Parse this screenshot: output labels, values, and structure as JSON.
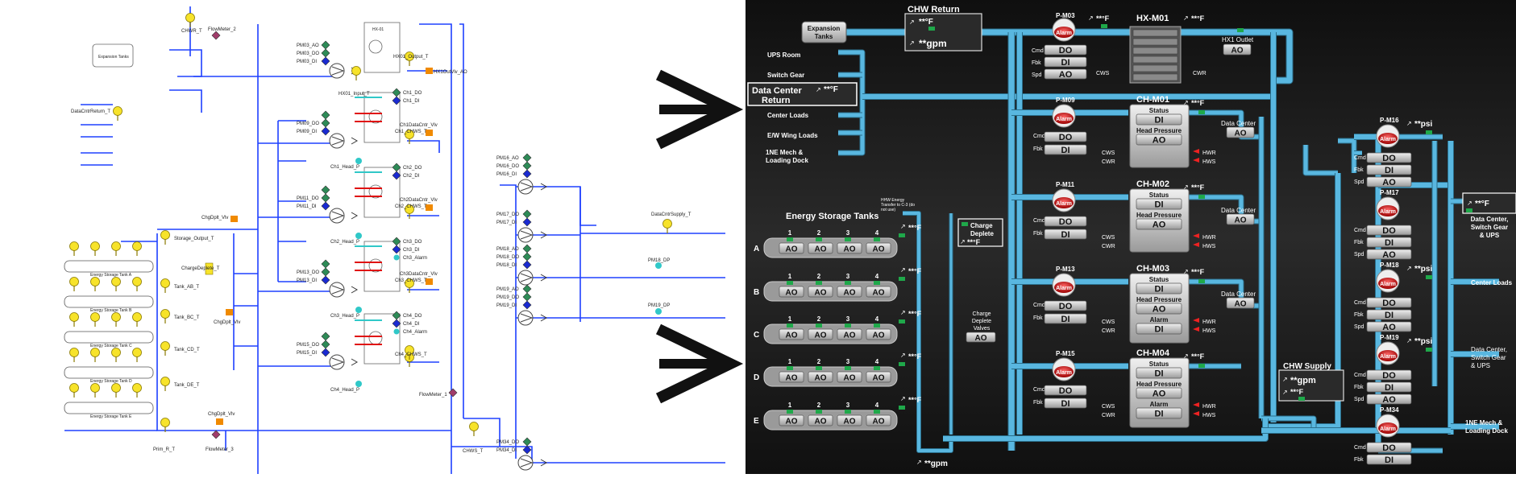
{
  "left": {
    "labels": {
      "chw_return_temp": "CHWR_T",
      "flowmeter_2": "FlowMeter_2",
      "expansion_tank": "Expansion Tanks",
      "datactr_return": "DataCntrReturn_T",
      "pm03_ao": "PM03_AO",
      "pm03_do": "PM03_DO",
      "pm03_di": "PM03_DI",
      "hx01_output": "HX01_Output_T",
      "hx1_outvlv": "HX1OutVlv_AO",
      "hx01_input": "HX01_Input_T",
      "hx01": "HX-01",
      "ch1_do": "Ch1_DO",
      "ch1_di": "Ch1_DI",
      "ch1_datactr_vlv": "Ch1DataCntr_Vlv",
      "ch1_chws": "Ch1_CHWS_T",
      "pm09_do": "PM09_DO",
      "pm09_di": "PM09_DI",
      "ch1_head": "Ch1_Head_P",
      "ch2_do": "Ch2_DO",
      "ch2_di": "Ch2_DI",
      "ch2_datactr_vlv": "Ch2DataCntr_Vlv",
      "ch2_chws": "Ch2_CHWS_T",
      "pm11_do": "PM11_DO",
      "pm11_di": "PM11_DI",
      "ch2_head": "Ch2_Head_P",
      "ch3_do": "Ch3_DO",
      "ch3_di": "Ch3_DI",
      "ch3_alarm": "Ch3_Alarm",
      "ch3_datactr_vlv": "Ch3DataCntr_Vlv",
      "ch3_chws": "Ch3_CHWS_T",
      "pm13_do": "PM13_DO",
      "pm13_di": "PM13_DI",
      "ch3_head": "Ch3_Head_P",
      "ch4_do": "Ch4_DO",
      "ch4_di": "Ch4_DI",
      "ch4_alarm": "Ch4_Alarm",
      "ch4_chws": "Ch4_CHWS_T",
      "pm15_do": "PM15_DO",
      "pm15_di": "PM15_DI",
      "ch4_head": "Ch4_Head_P",
      "flowmeter_1": "FlowMeter_1",
      "flowmeter_3": "FlowMeter_3",
      "chws_t": "CHWS_T",
      "pm16_ao": "PM16_AO",
      "pm16_do": "PM16_DO",
      "pm16_di": "PM16_DI",
      "pm17_do": "PM17_DO",
      "pm17_di": "PM17_DI",
      "pm18_ao": "PM18_AO",
      "pm18_do": "PM18_DO",
      "pm18_di": "PM18_DI",
      "pm19_ao": "PM19_AO",
      "pm19_do": "PM19_DO",
      "pm19_di": "PM19_DI",
      "pm34_do": "PM34_DO",
      "pm34_di": "PM34_DI",
      "datactr_supply": "DataCntrSupply_T",
      "pm18_dp": "PM18_DP",
      "pm19_dp": "PM19_DP",
      "chg_dpl_vlv": "ChgDplt_Vlv",
      "storage_output": "Storage_Output_T",
      "charge_deplete_t": "ChargeDeplete_T",
      "chg_dpl_vlv2": "ChgDplt_Vlv",
      "tank_ab": "Tank_AB_T",
      "tank_bc": "Tank_BC_T",
      "tank_cd": "Tank_CD_T",
      "tank_de": "Tank_DE_T",
      "prim_r": "Prim_R_T",
      "chg_dplt_vlv3": "ChgDplt_Vlv"
    },
    "tank_labels": [
      "Energy Storage Tank A",
      "Energy Storage Tank B",
      "Energy Storage Tank C",
      "Energy Storage Tank D",
      "Energy Storage Tank E"
    ]
  },
  "right": {
    "expansion_tanks": "Expansion Tanks",
    "chw_return": {
      "title": "CHW Return",
      "temp": "**°F",
      "flow": "**gpm"
    },
    "left_sources": [
      "UPS Room",
      "Switch Gear",
      "Center Loads",
      "E/W Wing Loads",
      "1NE Mech & Loading Dock"
    ],
    "data_center_return": {
      "title": "Data Center Return",
      "temp": "**°F"
    },
    "hx": {
      "name": "HX-M01",
      "temp": "**°F",
      "cws": "CWS",
      "cwr": "CWR",
      "outlet_label": "HX1 Outlet",
      "outlet_value": "AO"
    },
    "pump_p03": {
      "name": "P-M03",
      "alarm": "Alarm",
      "temp": "**°F",
      "cmd_label": "Cmd",
      "cmd": "DO",
      "fbk_label": "Fbk",
      "fbk": "DI",
      "spd_label": "Spd",
      "spd": "AO"
    },
    "chillers": [
      {
        "pump": "P-M09",
        "name": "CH-M01",
        "temp": "**°F",
        "status": "DI",
        "head": "AO",
        "has_alarm": false,
        "alarm_val": ""
      },
      {
        "pump": "P-M11",
        "name": "CH-M02",
        "temp": "**°F",
        "status": "DI",
        "head": "AO",
        "has_alarm": false,
        "alarm_val": ""
      },
      {
        "pump": "P-M13",
        "name": "CH-M03",
        "temp": "**°F",
        "status": "DI",
        "head": "AO",
        "has_alarm": true,
        "alarm_val": "DI"
      },
      {
        "pump": "P-M15",
        "name": "CH-M04",
        "temp": "**°F",
        "status": "DI",
        "head": "AO",
        "has_alarm": true,
        "alarm_val": "DI"
      }
    ],
    "chiller_labels": {
      "status": "Status",
      "head": "Head Pressure",
      "alarm": "Alarm",
      "cws": "CWS",
      "cwr": "CWR",
      "hwr": "HWR",
      "hws": "HWS",
      "cmd": "Cmd",
      "fbk": "Fbk",
      "cmd_val": "DO",
      "fbk_val": "DI",
      "pump_alarm": "Alarm"
    },
    "data_center_valves": [
      {
        "label": "Data Center",
        "value": "AO"
      },
      {
        "label": "Data Center",
        "value": "AO"
      },
      {
        "label": "Data Center",
        "value": "AO"
      }
    ],
    "storage": {
      "title": "Energy Storage Tanks",
      "cols": [
        "1",
        "2",
        "3",
        "4"
      ],
      "rows": [
        "A",
        "B",
        "C",
        "D",
        "E"
      ],
      "cell": "AO",
      "temp": "**°F",
      "flow": "**gpm",
      "hhw_note": "HHW Energy Transfer to C-3 (do not use)"
    },
    "charge_deplete": {
      "title": "Charge Deplete",
      "temp": "**°F",
      "valves_title": "Charge Deplete Valves",
      "valves_value": "AO"
    },
    "chw_supply": {
      "title": "CHW Supply",
      "flow": "**gpm",
      "temp": "**°F"
    },
    "dist_pumps": [
      {
        "name": "P-M16",
        "psi": "**psi",
        "rows": [
          [
            "Cmd",
            "DO"
          ],
          [
            "Fbk",
            "DI"
          ],
          [
            "Spd",
            "AO"
          ]
        ]
      },
      {
        "name": "P-M17",
        "psi": "",
        "rows": [
          [
            "Cmd",
            "DO"
          ],
          [
            "Fbk",
            "DI"
          ],
          [
            "Spd",
            "AO"
          ]
        ]
      },
      {
        "name": "P-M18",
        "psi": "**psi",
        "rows": [
          [
            "Cmd",
            "DO"
          ],
          [
            "Fbk",
            "DI"
          ],
          [
            "Spd",
            "AO"
          ]
        ]
      },
      {
        "name": "P-M19",
        "psi": "**psi",
        "rows": [
          [
            "Cmd",
            "DO"
          ],
          [
            "Fbk",
            "DI"
          ],
          [
            "Spd",
            "AO"
          ]
        ]
      },
      {
        "name": "P-M34",
        "psi": "",
        "rows": [
          [
            "Cmd",
            "DO"
          ],
          [
            "Fbk",
            "DI"
          ]
        ]
      }
    ],
    "pump_alarm": "Alarm",
    "destinations": {
      "dc_switch_ups": {
        "temp": "**°F",
        "label": "Data Center, Switch Gear & UPS"
      },
      "center_loads": "Center Loads",
      "dc_switch_ups2": "Data Center, Switch Gear & UPS",
      "mech": "1NE Mech & Loading Dock"
    }
  },
  "colors": {
    "pipe_left": "#1e40ff",
    "pipe_right": "#59b7e0",
    "panel_bg": "#1b1b1b",
    "alarm_red": "#d51818",
    "sensor_yellow": "#f7e32a",
    "valve_orange": "#f08a00"
  }
}
